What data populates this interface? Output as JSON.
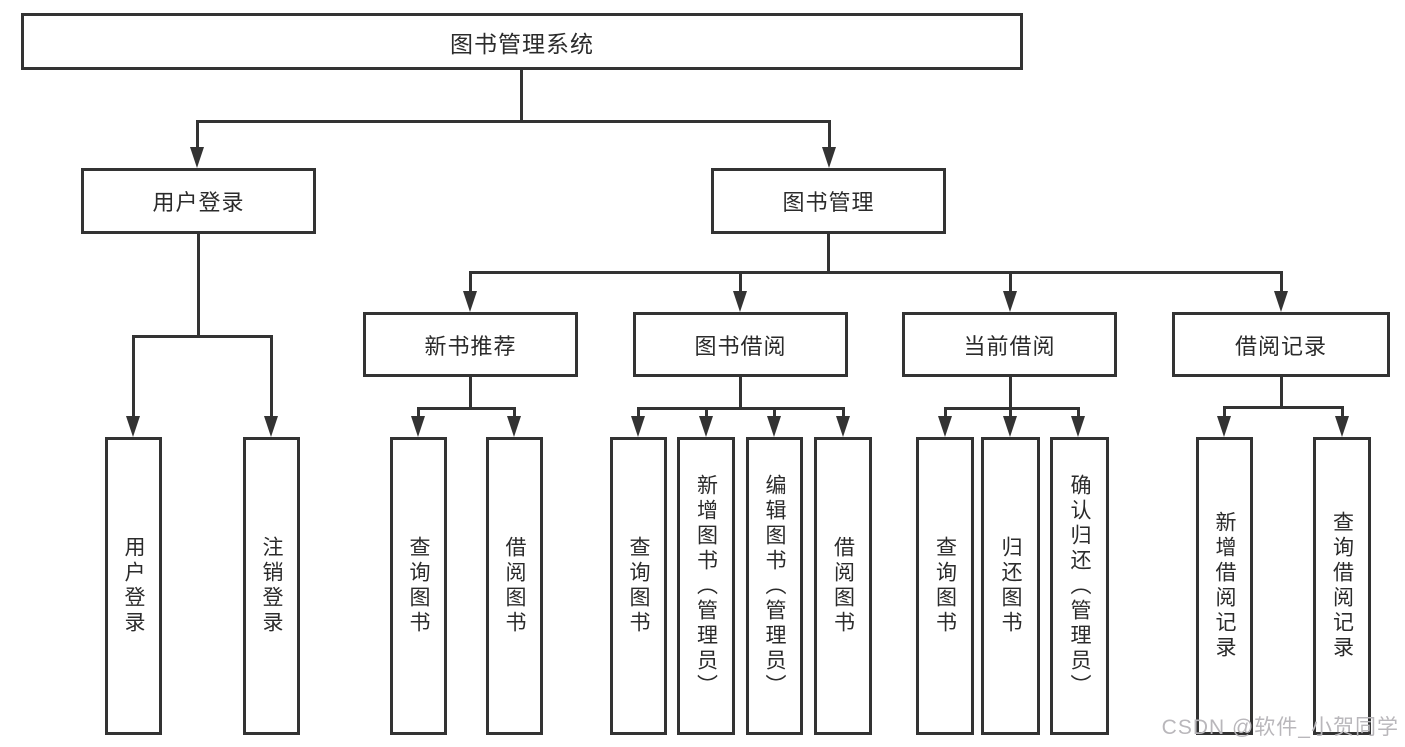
{
  "tree": {
    "root": {
      "label": "图书管理系统"
    },
    "branches": [
      {
        "label": "用户登录",
        "children": [
          {
            "label": "用户登录"
          },
          {
            "label": "注销登录"
          }
        ]
      },
      {
        "label": "图书管理",
        "sections": [
          {
            "label": "新书推荐",
            "children": [
              {
                "label": "查询图书"
              },
              {
                "label": "借阅图书"
              }
            ]
          },
          {
            "label": "图书借阅",
            "children": [
              {
                "label": "查询图书"
              },
              {
                "label": "新增图书（管理员）"
              },
              {
                "label": "编辑图书（管理员）"
              },
              {
                "label": "借阅图书"
              }
            ]
          },
          {
            "label": "当前借阅",
            "children": [
              {
                "label": "查询图书"
              },
              {
                "label": "归还图书"
              },
              {
                "label": "确认归还（管理员）"
              }
            ]
          },
          {
            "label": "借阅记录",
            "children": [
              {
                "label": "新增借阅记录"
              },
              {
                "label": "查询借阅记录"
              }
            ]
          }
        ]
      }
    ]
  },
  "watermark": {
    "text": "CSDN @软件_小贺同学"
  },
  "colors": {
    "line": "#333333",
    "text": "#2b2b2b",
    "background": "#ffffff",
    "watermark": "#b9b7bb"
  }
}
